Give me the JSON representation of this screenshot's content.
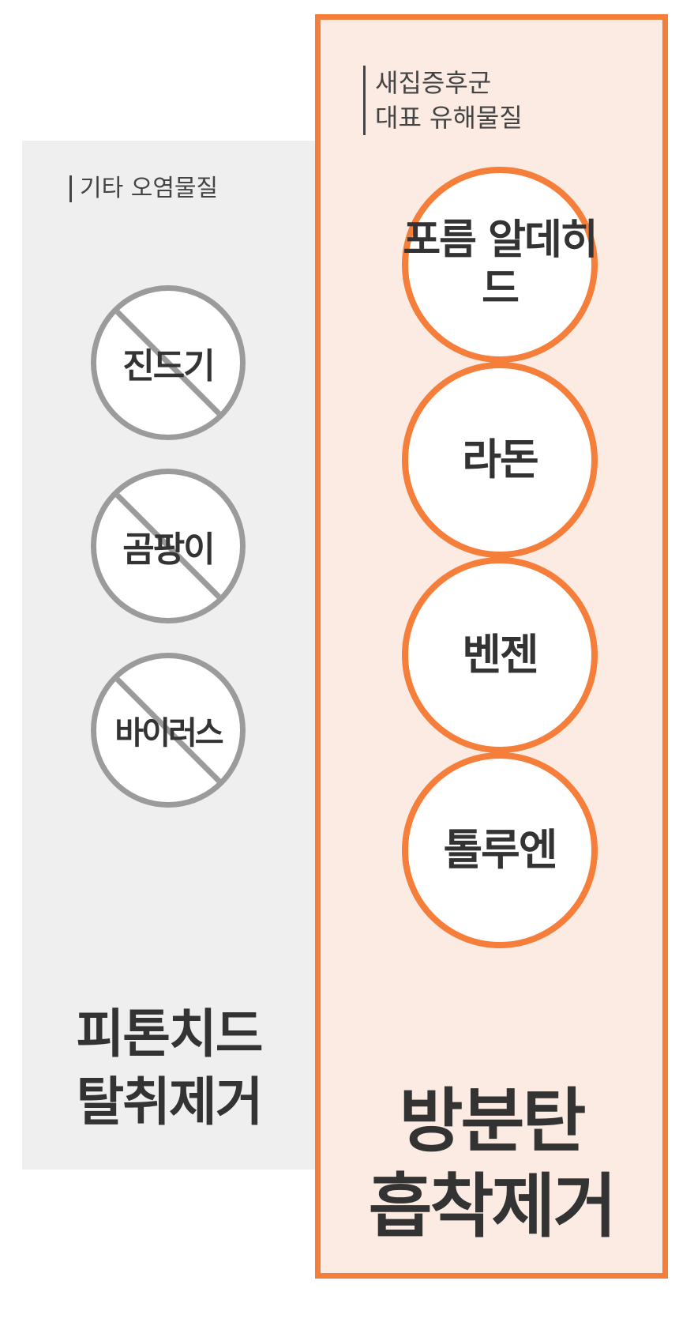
{
  "left": {
    "heading": "기타 오염물질",
    "items": [
      {
        "label": "진드기"
      },
      {
        "label": "곰팡이"
      },
      {
        "label": "바이러스"
      }
    ],
    "result": [
      "피톤치드",
      "탈취제거"
    ]
  },
  "right": {
    "heading": [
      "새집증후군",
      "대표 유해물질"
    ],
    "items": [
      {
        "label": "포름 알데히드"
      },
      {
        "label": "라돈"
      },
      {
        "label": "벤젠"
      },
      {
        "label": "톨루엔"
      }
    ],
    "result": [
      "방분탄",
      "흡착제거"
    ]
  },
  "colors": {
    "accent_orange": "#f57e3a",
    "panel_peach": "#fbebe3",
    "panel_grey": "#efefef",
    "prohibit_grey": "#9b9b9b",
    "text_dark": "#333333"
  },
  "icons": {
    "prohibit": "prohibition-slash-icon"
  }
}
